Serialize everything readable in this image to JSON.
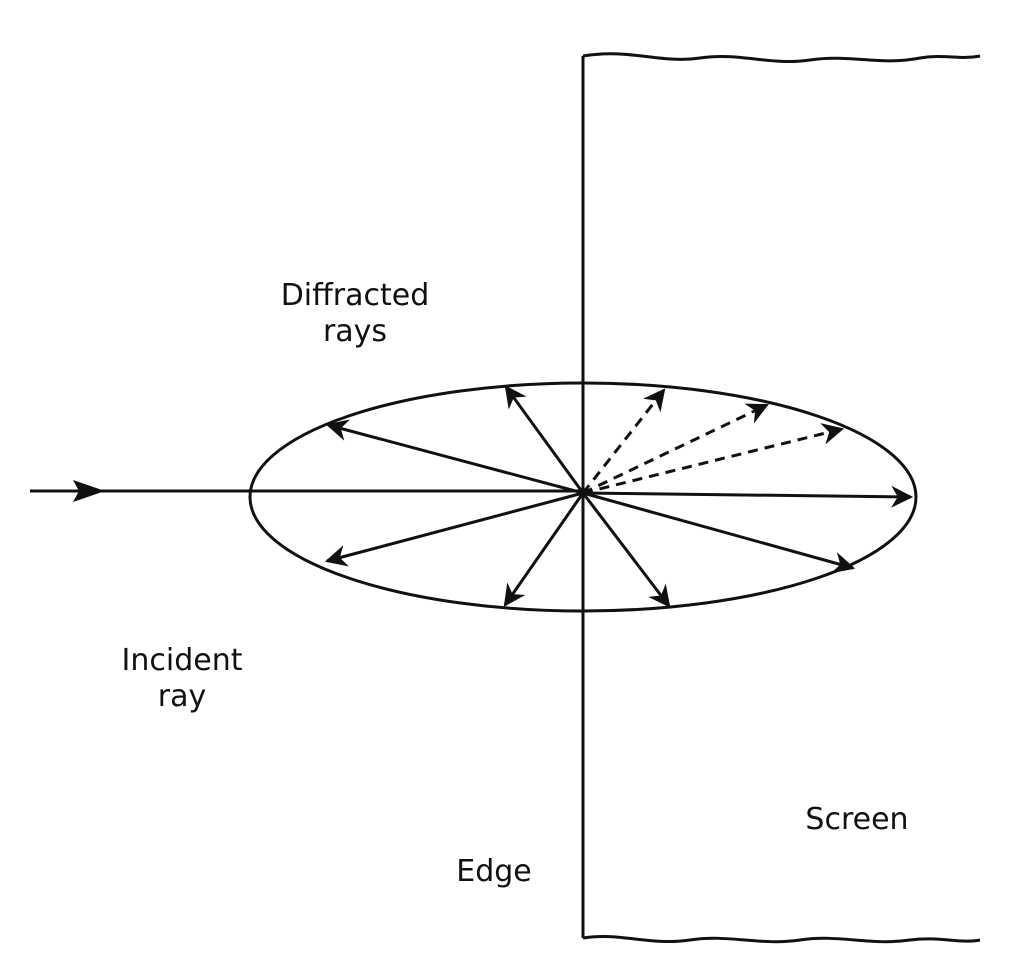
{
  "colors": {
    "ink": "#111111",
    "background": "#ffffff"
  },
  "labels": {
    "diffracted": [
      "Diffracted",
      "rays"
    ],
    "incident": [
      "Incident",
      "ray"
    ],
    "screen": "Screen",
    "edge": "Edge"
  }
}
